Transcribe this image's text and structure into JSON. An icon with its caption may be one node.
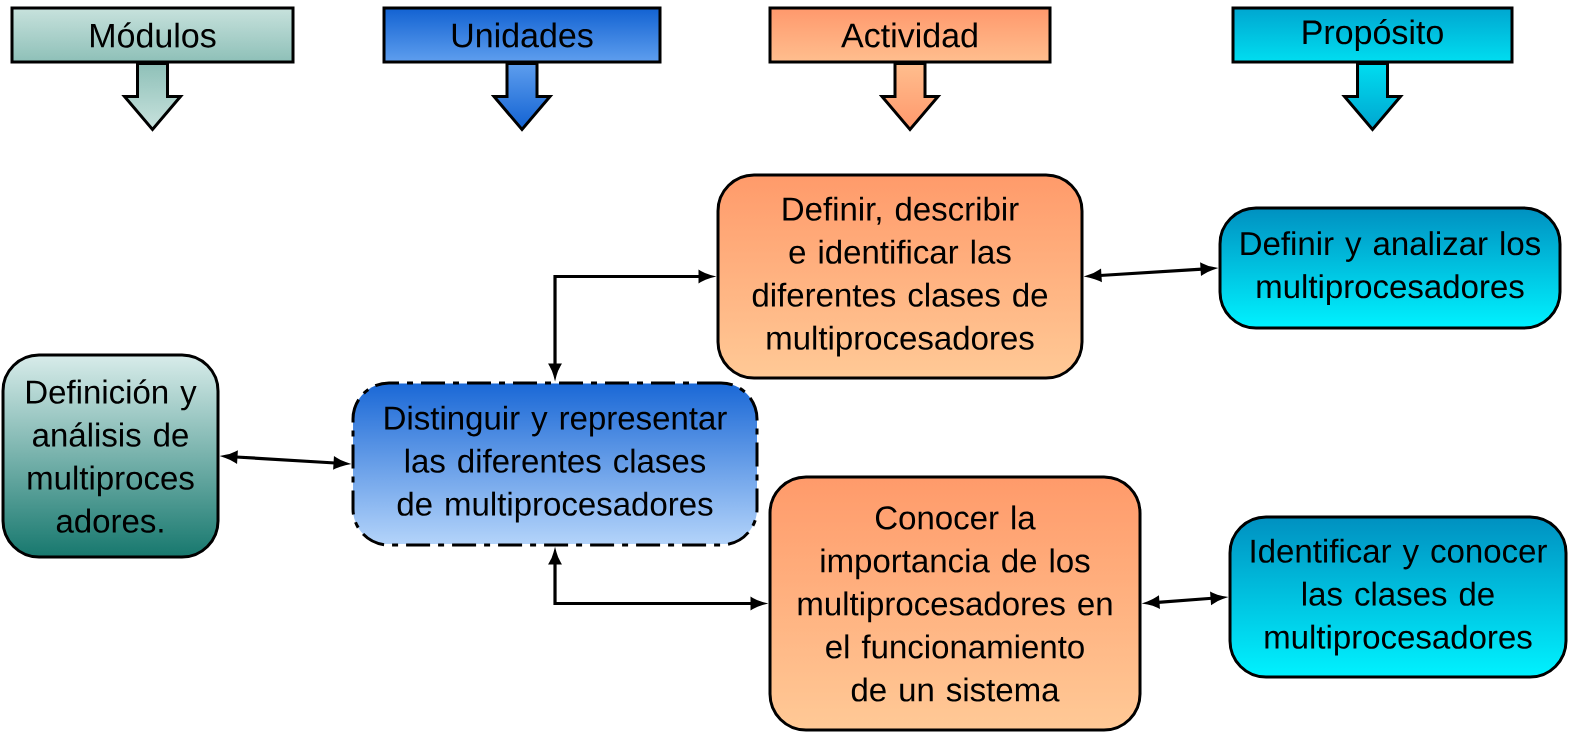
{
  "diagram": {
    "nodes": [
      {
        "text": [
          "Módulos"
        ]
      },
      {
        "text": [
          "Unidades"
        ]
      },
      {
        "text": [
          "Actividad"
        ]
      },
      {
        "text": [
          "Propósito"
        ]
      },
      {
        "text": [
          "Definición y análisis de multiproces adores."
        ]
      },
      {
        "text": [
          "Distinguir y representar las diferentes clases de multiprocesadores"
        ]
      },
      {
        "text": [
          "Definir, describir e identificar las diferentes clases de multiprocesadores"
        ]
      },
      {
        "text": [
          "Conocer la importancia de los multiprocesadores en el funcionamiento de un sistema"
        ]
      },
      {
        "text": [
          "Definir y analizar los multiprocesadores"
        ]
      },
      {
        "text": [
          "Identificar y conocer las clases de multiprocesadores"
        ]
      }
    ],
    "edges": [
      {
        "from": 4,
        "to": 5,
        "arrow": "both"
      },
      {
        "from": 5,
        "to": 6,
        "arrow": "both"
      },
      {
        "from": 5,
        "to": 7,
        "arrow": "both"
      },
      {
        "from": 6,
        "to": 8,
        "arrow": "both"
      },
      {
        "from": 7,
        "to": 9,
        "arrow": "both"
      },
      {
        "from": 0,
        "to": null,
        "arrow": "to"
      },
      {
        "from": 1,
        "to": null,
        "arrow": "to"
      },
      {
        "from": 2,
        "to": null,
        "arrow": "to"
      },
      {
        "from": 3,
        "to": null,
        "arrow": "to"
      }
    ]
  }
}
